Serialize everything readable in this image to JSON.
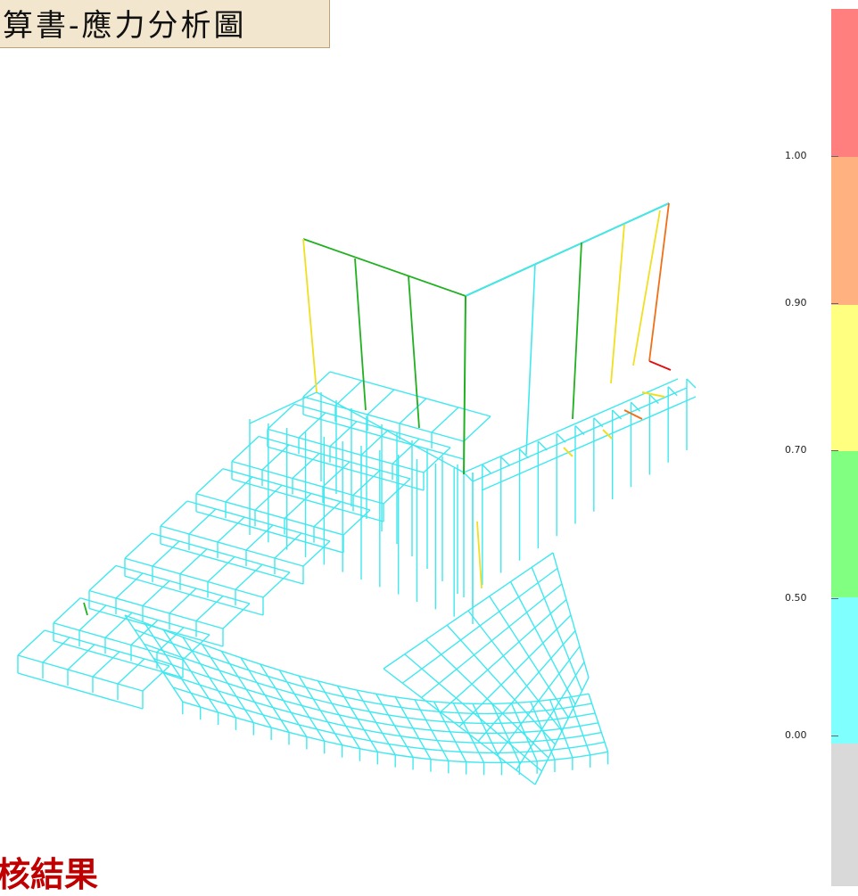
{
  "header": {
    "title": "算書-應力分析圖"
  },
  "footer": {
    "heading": "核結果"
  },
  "legend": {
    "bands": [
      {
        "color": "#ff7f7f"
      },
      {
        "color": "#ffb27f"
      },
      {
        "color": "#ffff80"
      },
      {
        "color": "#80ff80"
      },
      {
        "color": "#80ffff"
      },
      {
        "color": "#d9d9d9"
      }
    ],
    "ticks": [
      "1.00",
      "0.90",
      "0.70",
      "0.50",
      "0.00"
    ]
  },
  "model": {
    "colors": {
      "base": "#40e8f0",
      "green": "#20b020",
      "yellow": "#f0e020",
      "orange": "#f07018",
      "red": "#e01010"
    }
  }
}
